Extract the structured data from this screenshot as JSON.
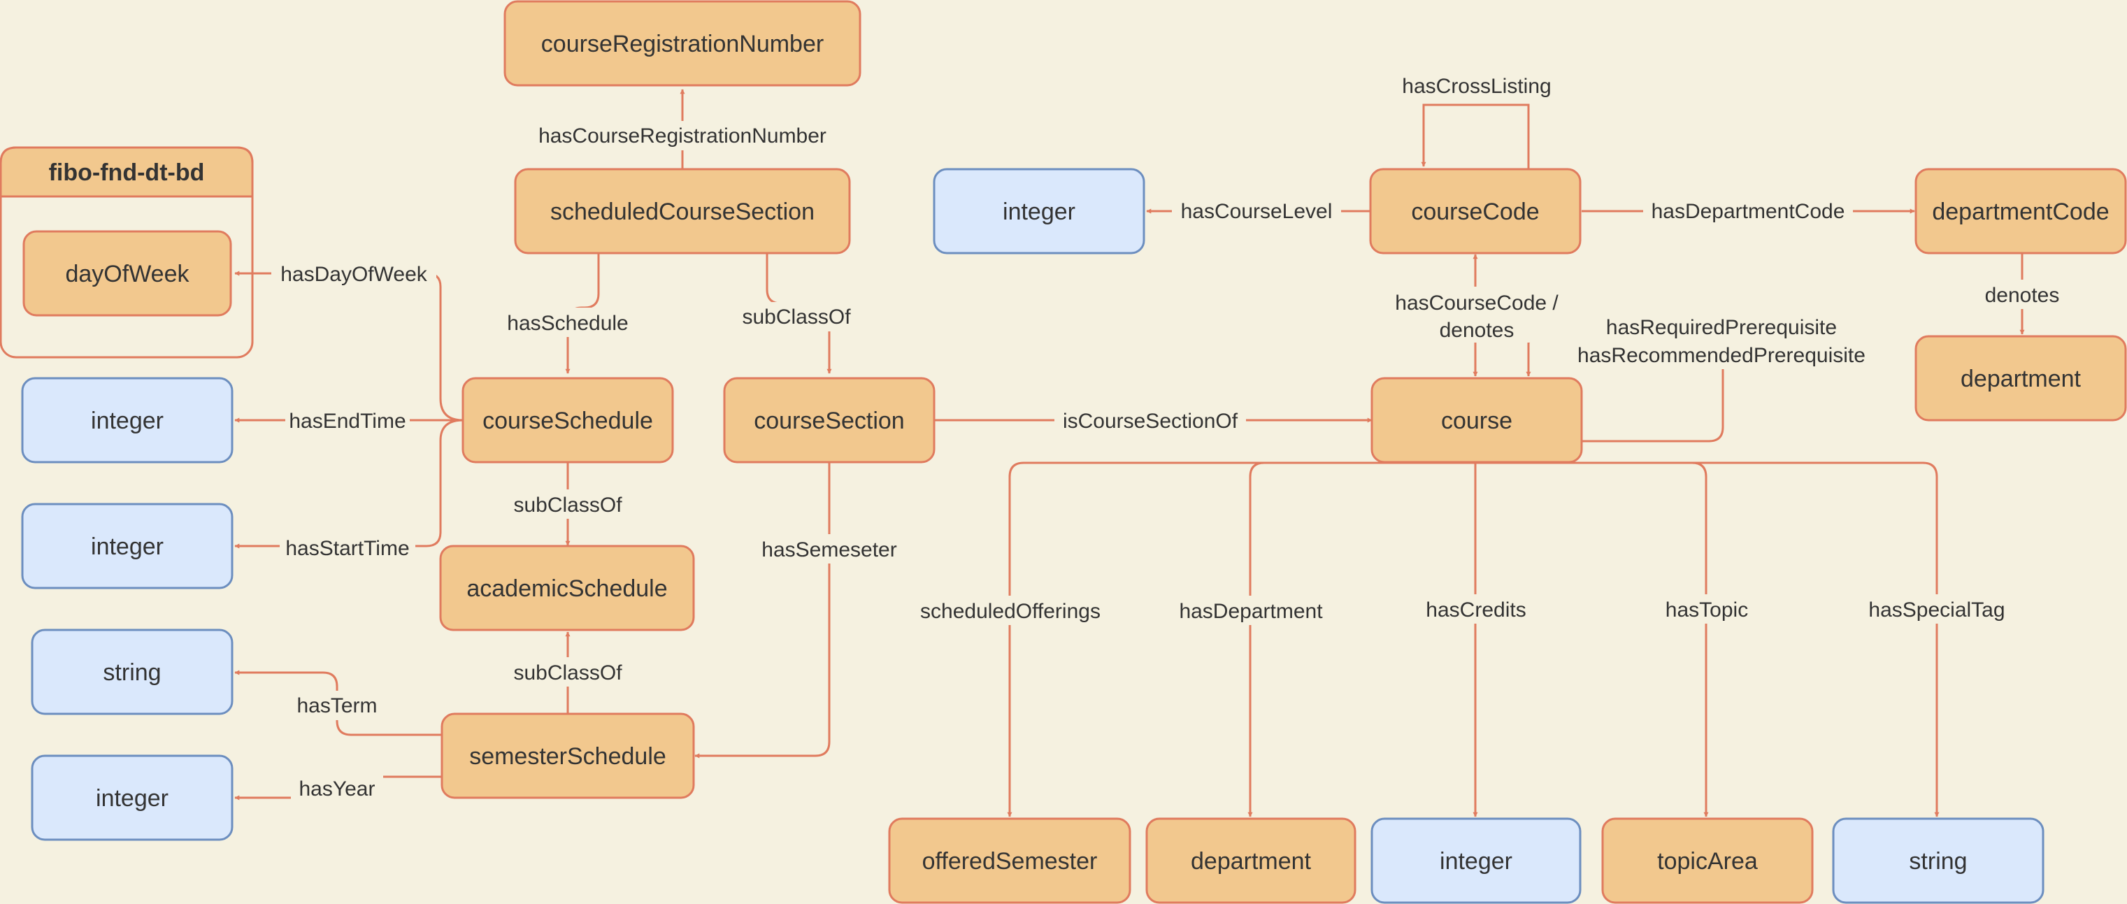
{
  "colors": {
    "background": "#f5f1e0",
    "class_fill": "#f2c88e",
    "class_stroke": "#e07b5e",
    "datatype_fill": "#dae8fc",
    "datatype_stroke": "#6c8ebf",
    "edge": "#e07b5e",
    "text": "#333333"
  },
  "group": {
    "title": "fibo-fnd-dt-bd"
  },
  "nodes": {
    "courseRegistrationNumber": "courseRegistrationNumber",
    "scheduledCourseSection": "scheduledCourseSection",
    "dayOfWeek": "dayOfWeek",
    "endTimeType": "integer",
    "startTimeType": "integer",
    "courseSchedule": "courseSchedule",
    "academicSchedule": "academicSchedule",
    "termType": "string",
    "yearType": "integer",
    "semesterSchedule": "semesterSchedule",
    "courseSection": "courseSection",
    "courseLevelType": "integer",
    "courseCode": "courseCode",
    "departmentCode": "departmentCode",
    "departmentTop": "department",
    "course": "course",
    "offeredSemester": "offeredSemester",
    "departmentBottom": "department",
    "creditsType": "integer",
    "topicArea": "topicArea",
    "specialTagType": "string"
  },
  "edges": {
    "hasCourseRegistrationNumber": "hasCourseRegistrationNumber",
    "hasDayOfWeek": "hasDayOfWeek",
    "hasSchedule": "hasSchedule",
    "subClassOfSection": "subClassOf",
    "hasEndTime": "hasEndTime",
    "hasStartTime": "hasStartTime",
    "subClassOfAcademic": "subClassOf",
    "subClassOfSemester": "subClassOf",
    "hasTerm": "hasTerm",
    "hasYear": "hasYear",
    "hasSemeseter": "hasSemeseter",
    "isCourseSectionOf": "isCourseSectionOf",
    "hasCrossListing": "hasCrossListing",
    "hasCourseLevel": "hasCourseLevel",
    "hasDepartmentCode": "hasDepartmentCode",
    "denotes": "denotes",
    "hasCourseCodeLine1": "hasCourseCode /",
    "hasCourseCodeLine2": "denotes",
    "hasRequiredPrerequisite": "hasRequiredPrerequisite",
    "hasRecommendedPrerequisite": "hasRecommendedPrerequisite",
    "scheduledOfferings": "scheduledOfferings",
    "hasDepartment": "hasDepartment",
    "hasCredits": "hasCredits",
    "hasTopic": "hasTopic",
    "hasSpecialTag": "hasSpecialTag"
  }
}
